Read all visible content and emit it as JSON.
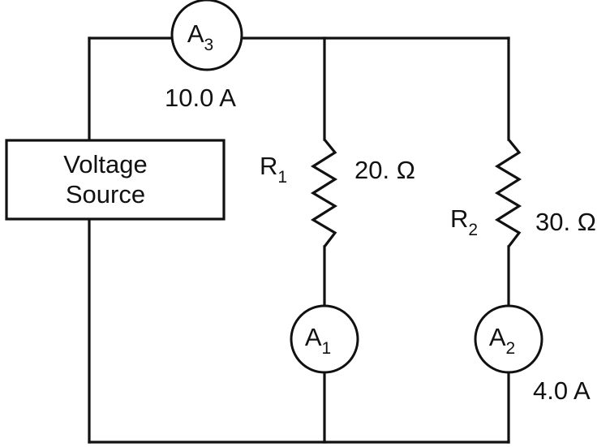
{
  "source_box": {
    "line1": "Voltage",
    "line2": "Source"
  },
  "meters": {
    "a3": {
      "letter": "A",
      "sub": "3",
      "reading": "10.0 A"
    },
    "a1": {
      "letter": "A",
      "sub": "1"
    },
    "a2": {
      "letter": "A",
      "sub": "2",
      "reading": "4.0 A"
    }
  },
  "resistors": {
    "r1": {
      "letter": "R",
      "sub": "1",
      "value": "20. Ω"
    },
    "r2": {
      "letter": "R",
      "sub": "2",
      "value": "30. Ω"
    }
  },
  "colors": {
    "ink": "#111111",
    "background": "#ffffff"
  }
}
